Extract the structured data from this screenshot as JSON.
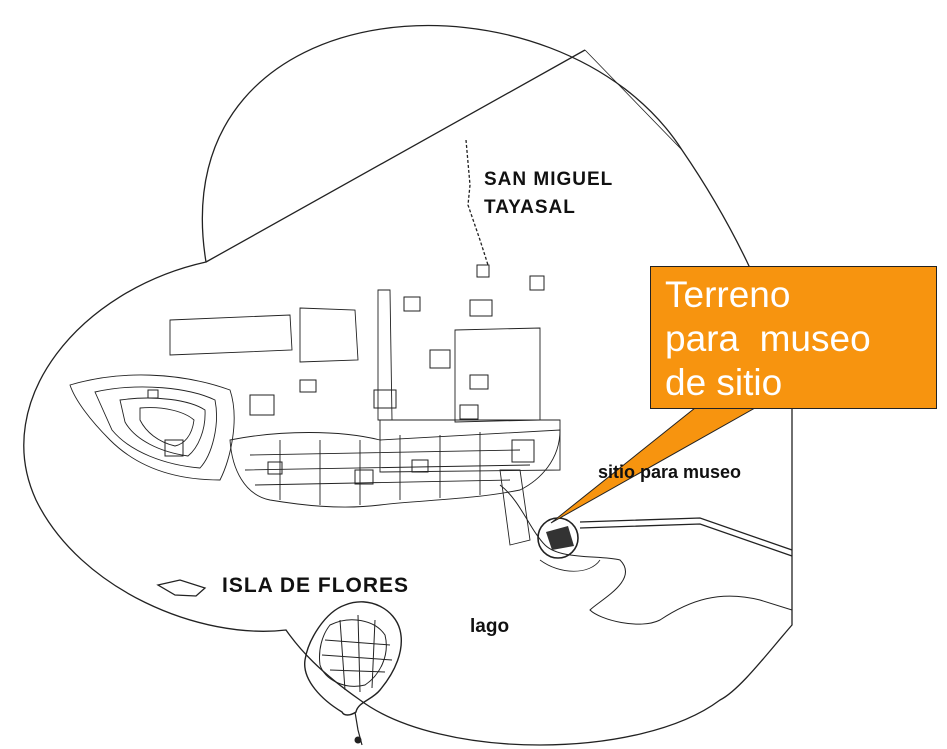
{
  "labels": {
    "san_miguel_line1": "SAN MIGUEL",
    "san_miguel_line2": "TAYASAL",
    "isla": "ISLA DE FLORES",
    "lago": "lago",
    "sitio": "sitio para museo"
  },
  "callout": {
    "line1": "Terreno",
    "line2": "para  museo",
    "line3": "de sitio",
    "color": "#f7940f"
  },
  "colors": {
    "ink": "#111111",
    "paper": "#ffffff",
    "callout_fill": "#f7940f"
  }
}
